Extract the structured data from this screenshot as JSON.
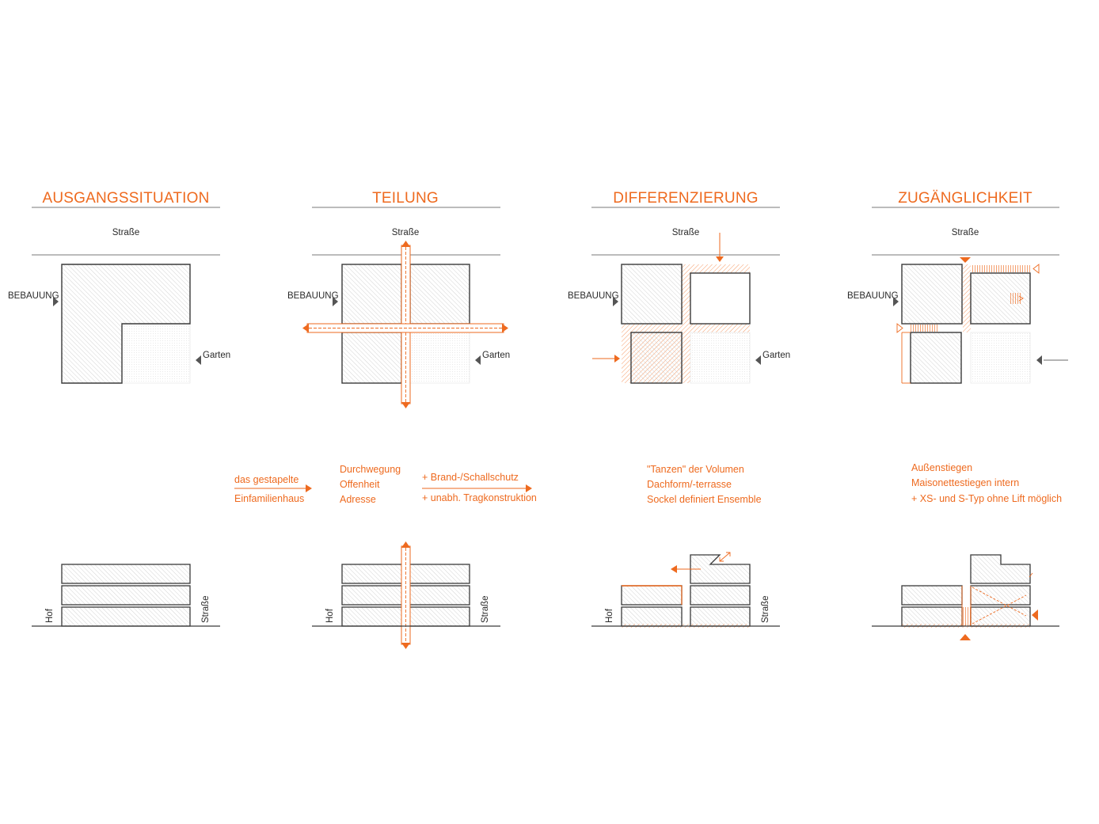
{
  "colors": {
    "accent": "#ee6a1f",
    "outline": "#3a3a3a",
    "rule": "#7a7a7a",
    "hatch": "#c8c8c8",
    "dots": "#dedede",
    "background": "#ffffff"
  },
  "labels": {
    "street": "Straße",
    "building": "BEBAUUNG",
    "garden": "Garten",
    "yard": "Hof"
  },
  "panels": [
    {
      "title": "AUSGANGSSITUATION"
    },
    {
      "title": "TEILUNG"
    },
    {
      "title": "DIFFERENZIERUNG"
    },
    {
      "title": "ZUGÄNGLICHKEIT"
    }
  ],
  "notes": {
    "transition": [
      "das gestapelte",
      "Einfamilienhaus"
    ],
    "teilung_left": [
      "Durchwegung",
      "Offenheit",
      "Adresse"
    ],
    "teilung_right": [
      "+ Brand-/Schallschutz",
      "+ unabh. Tragkonstruktion"
    ],
    "differenzierung": [
      "\"Tanzen\" der Volumen",
      "Dachform/-terrasse",
      "Sockel definiert Ensemble"
    ],
    "zugaenglichkeit": [
      "Außenstiegen",
      "Maisonettestiegen intern",
      "+ XS- und S-Typ ohne Lift möglich"
    ]
  }
}
